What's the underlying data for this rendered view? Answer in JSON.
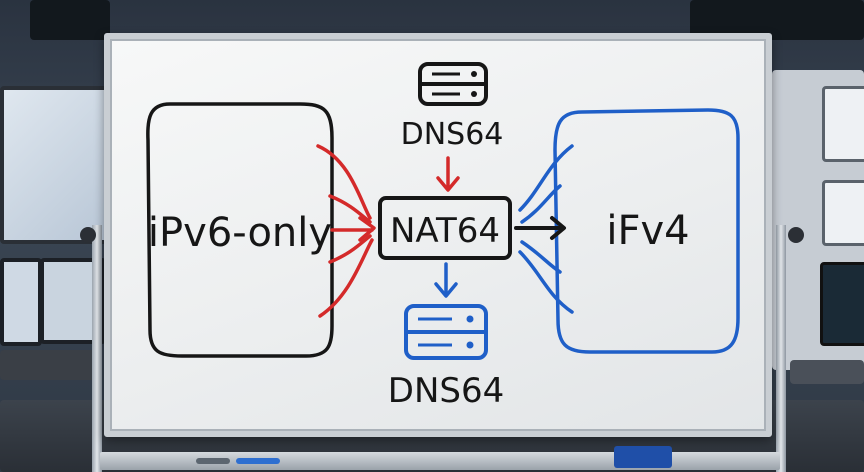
{
  "diagram": {
    "left_box_label": "iPv6-only",
    "right_box_label": "iFv4",
    "center_box_label": "NAT64",
    "top_server_label": "DNS64",
    "bottom_server_label": "DNS64"
  },
  "colors": {
    "ink_black": "#161616",
    "ink_red": "#d42a2a",
    "ink_blue": "#1f5fc8"
  },
  "icons": {
    "top_server": "server-icon",
    "bottom_server": "server-icon"
  }
}
